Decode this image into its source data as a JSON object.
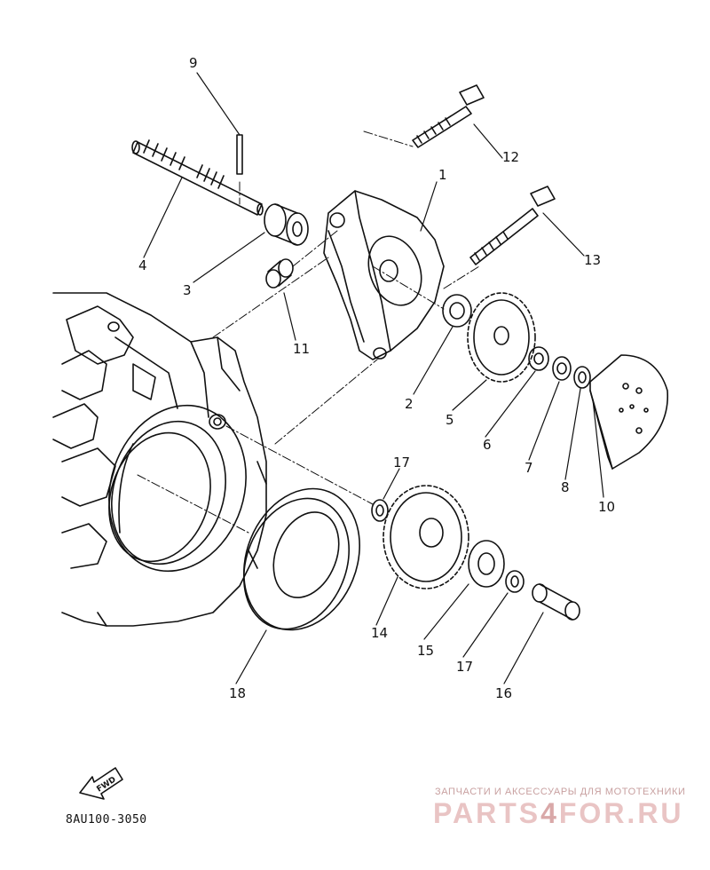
{
  "diagram": {
    "parts": [
      {
        "ref": "1",
        "label": "1"
      },
      {
        "ref": "2",
        "label": "2"
      },
      {
        "ref": "3",
        "label": "3"
      },
      {
        "ref": "4",
        "label": "4"
      },
      {
        "ref": "5",
        "label": "5"
      },
      {
        "ref": "6",
        "label": "6"
      },
      {
        "ref": "7",
        "label": "7"
      },
      {
        "ref": "8",
        "label": "8"
      },
      {
        "ref": "9",
        "label": "9"
      },
      {
        "ref": "10",
        "label": "10"
      },
      {
        "ref": "11",
        "label": "11"
      },
      {
        "ref": "12",
        "label": "12"
      },
      {
        "ref": "13",
        "label": "13"
      },
      {
        "ref": "14",
        "label": "14"
      },
      {
        "ref": "15",
        "label": "15"
      },
      {
        "ref": "16",
        "label": "16"
      },
      {
        "ref": "17a",
        "label": "17"
      },
      {
        "ref": "17b",
        "label": "17"
      },
      {
        "ref": "18",
        "label": "18"
      }
    ],
    "fwd_label": "FWD",
    "diagram_code": "8AU100-3050"
  },
  "watermark": {
    "tagline": "ЗАПЧАСТИ И АКСЕССУАРЫ ДЛЯ МОТОТЕХНИКИ",
    "brand_left": "PARTS",
    "brand_sep": "4",
    "brand_right": "FOR.RU"
  },
  "colors": {
    "line": "#111111",
    "watermark": "#e9c4c4"
  }
}
